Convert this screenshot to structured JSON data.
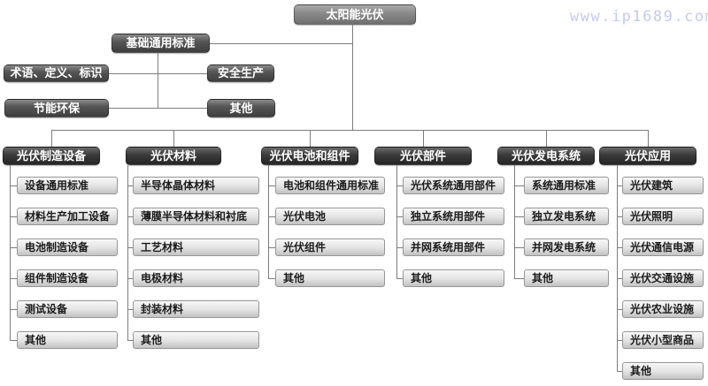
{
  "watermark": {
    "text": "www.ip1689.com",
    "color": "#c6cbed"
  },
  "colors": {
    "background": "#ffffff",
    "connector": "#7d7d7d",
    "root_box_top": "#a9a9a9",
    "root_box_bottom": "#6f6f6f",
    "dark_box_top": "#8a8a8a",
    "dark_box_bottom": "#3e3e3e",
    "header_box_top": "#6a6a6a",
    "header_box_bottom": "#262626",
    "child_box_top": "#f8f8f8",
    "child_box_bottom": "#c2c2c2",
    "child_border": "#969696",
    "dark_text": "#ffffff",
    "child_text": "#1b1b1b"
  },
  "root": {
    "label": "太阳能光伏"
  },
  "base_group": {
    "label": "基础通用标准",
    "items": [
      "术语、定义、标识",
      "安全生产",
      "节能环保",
      "其他"
    ]
  },
  "columns": [
    {
      "label": "光伏制造设备",
      "items": [
        "设备通用标准",
        "材料生产加工设备",
        "电池制造设备",
        "组件制造设备",
        "测试设备",
        "其他"
      ]
    },
    {
      "label": "光伏材料",
      "items": [
        "半导体晶体材料",
        "薄膜半导体材料和衬底",
        "工艺材料",
        "电极材料",
        "封装材料",
        "其他"
      ]
    },
    {
      "label": "光伏电池和组件",
      "items": [
        "电池和组件通用标准",
        "光伏电池",
        "光伏组件",
        "其他"
      ]
    },
    {
      "label": "光伏部件",
      "items": [
        "光伏系统通用部件",
        "独立系统用部件",
        "并网系统用部件",
        "其他"
      ]
    },
    {
      "label": "光伏发电系统",
      "items": [
        "系统通用标准",
        "独立发电系统",
        "并网发电系统",
        "其他"
      ]
    },
    {
      "label": "光伏应用",
      "items": [
        "光伏建筑",
        "光伏照明",
        "光伏通信电源",
        "光伏交通设施",
        "光伏农业设施",
        "光伏小型商品",
        "其他"
      ]
    }
  ]
}
